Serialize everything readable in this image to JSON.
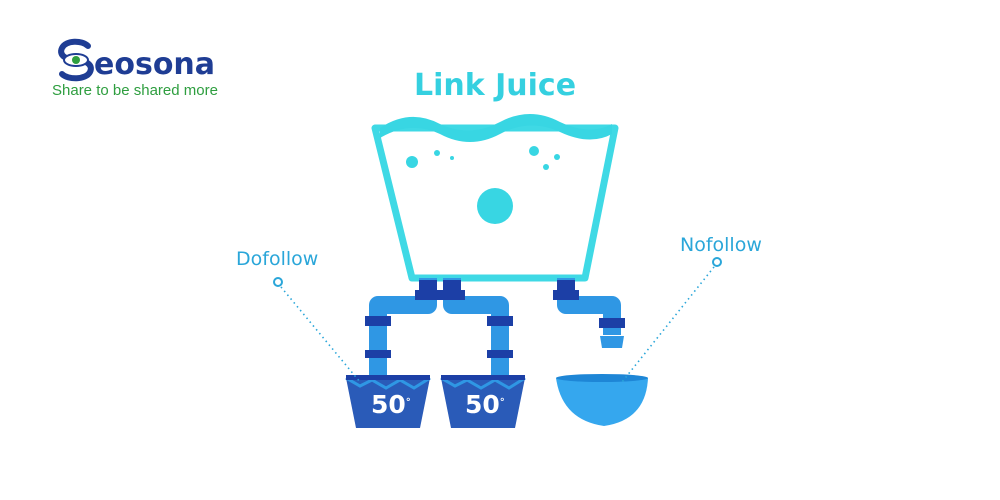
{
  "logo": {
    "name": "Seosona",
    "wordmark": "eosona",
    "tagline": "Share to be shared more",
    "mark_icon": "eye-s-icon"
  },
  "title": "Link Juice",
  "labels": {
    "dofollow": "Dofollow",
    "nofollow": "Nofollow"
  },
  "buckets": [
    {
      "value": "50",
      "mark": "°"
    },
    {
      "value": "50",
      "mark": "°"
    }
  ],
  "colors": {
    "water": "#38d6e3",
    "tank_edge": "#3fd9e5",
    "pipe_light": "#2f97e4",
    "pipe_dark": "#1c3fa6",
    "bucket_fill": "#2a5bb8",
    "bowl": "#35a7ee",
    "label": "#2aa6d9",
    "logo_blue": "#1f3d94",
    "logo_green": "#2e9e3f"
  }
}
